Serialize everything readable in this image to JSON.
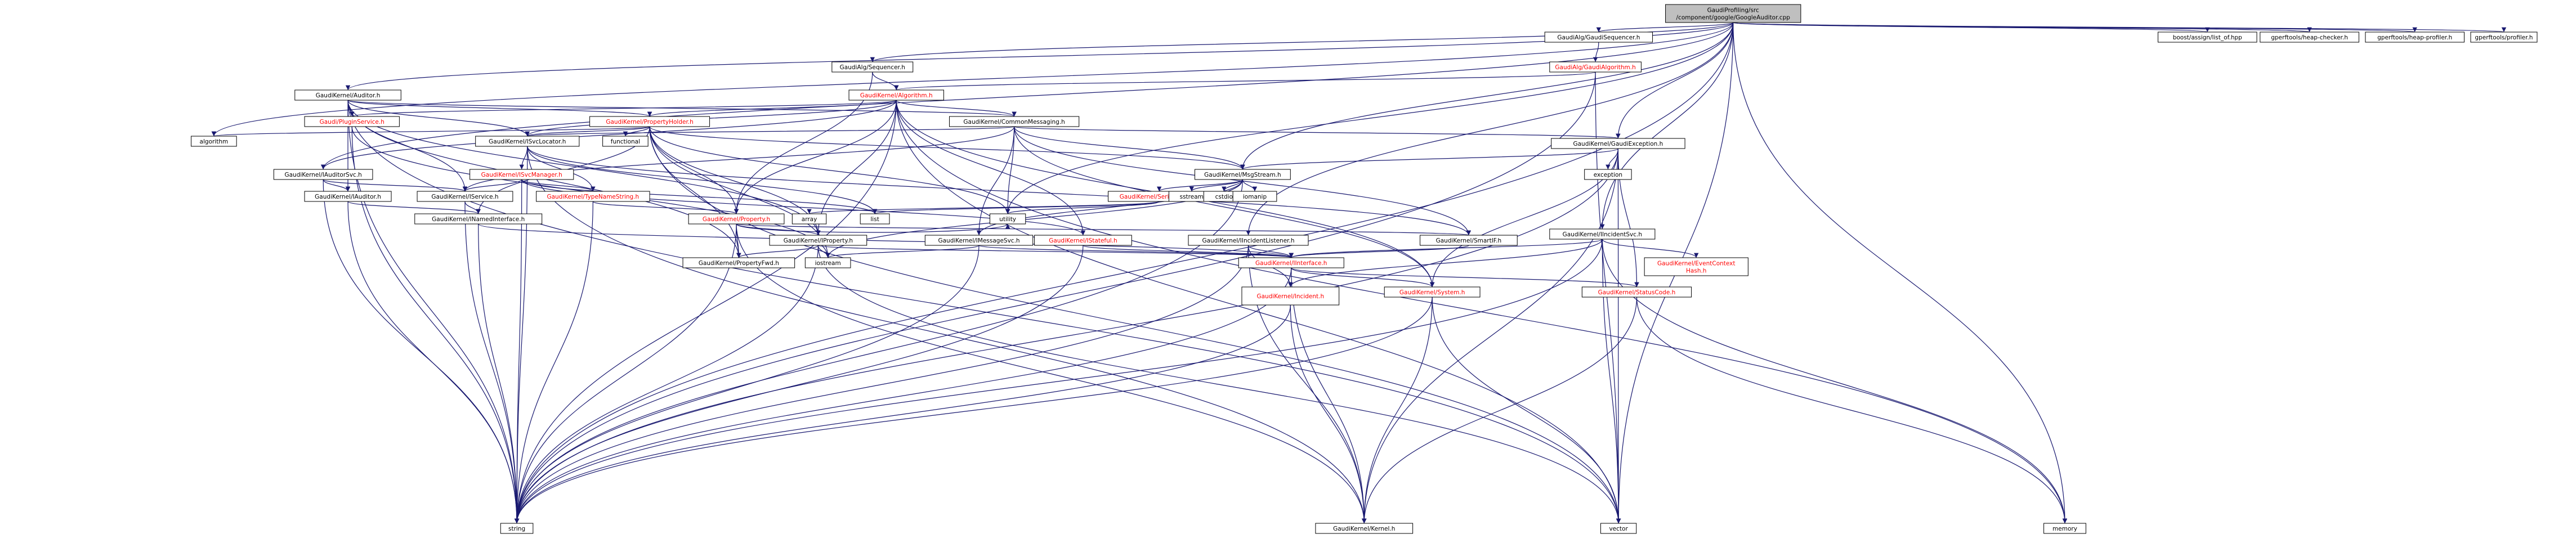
{
  "colors": {
    "edge": "#191970",
    "root_fill": "#bfbfbf",
    "node_fill": "#ffffff",
    "red_text": "#ff0000"
  },
  "nodes": [
    {
      "id": "root",
      "label": [
        "GaudiProfiling/src",
        "/component/google/GoogleAuditor.cpp"
      ],
      "root": true
    },
    {
      "id": "alg_gaudisequencer",
      "label": [
        "GaudiAlg/GaudiSequencer.h"
      ]
    },
    {
      "id": "alg_sequencer",
      "label": [
        "GaudiAlg/Sequencer.h"
      ]
    },
    {
      "id": "alg_gaudialgorithm",
      "label": [
        "GaudiAlg/GaudiAlgorithm.h"
      ],
      "red": true
    },
    {
      "id": "algorithm_h",
      "label": [
        "GaudiKernel/Algorithm.h"
      ],
      "red": true
    },
    {
      "id": "auditor_h",
      "label": [
        "GaudiKernel/Auditor.h"
      ]
    },
    {
      "id": "boost_list",
      "label": [
        "boost/assign/list_of.hpp"
      ]
    },
    {
      "id": "heap_checker",
      "label": [
        "gperftools/heap-checker.h"
      ]
    },
    {
      "id": "heap_profiler",
      "label": [
        "gperftools/heap-profiler.h"
      ]
    },
    {
      "id": "profiler",
      "label": [
        "gperftools/profiler.h"
      ]
    },
    {
      "id": "pluginservice",
      "label": [
        "Gaudi/PluginService.h"
      ],
      "red": true
    },
    {
      "id": "propertyholder",
      "label": [
        "GaudiKernel/PropertyHolder.h"
      ],
      "red": true
    },
    {
      "id": "commonmessaging",
      "label": [
        "GaudiKernel/CommonMessaging.h"
      ]
    },
    {
      "id": "gaudiexception",
      "label": [
        "GaudiKernel/GaudiException.h"
      ]
    },
    {
      "id": "incidentsvc",
      "label": [
        "GaudiKernel/IIncidentSvc.h"
      ]
    },
    {
      "id": "algorithm_std",
      "label": [
        "algorithm"
      ]
    },
    {
      "id": "functional",
      "label": [
        "functional"
      ]
    },
    {
      "id": "isvclocator",
      "label": [
        "GaudiKernel/ISvcLocator.h"
      ]
    },
    {
      "id": "iauditorsvc",
      "label": [
        "GaudiKernel/IAuditorSvc.h"
      ]
    },
    {
      "id": "isvcmanager",
      "label": [
        "GaudiKernel/ISvcManager.h"
      ],
      "red": true
    },
    {
      "id": "msgstream",
      "label": [
        "GaudiKernel/MsgStream.h"
      ]
    },
    {
      "id": "exception",
      "label": [
        "exception"
      ]
    },
    {
      "id": "iauditor",
      "label": [
        "GaudiKernel/IAuditor.h"
      ]
    },
    {
      "id": "iservice",
      "label": [
        "GaudiKernel/IService.h"
      ]
    },
    {
      "id": "typenamestring",
      "label": [
        "GaudiKernel/TypeNameString.h"
      ],
      "red": true
    },
    {
      "id": "serializestl",
      "label": [
        "GaudiKernel/SerializeSTL.h"
      ],
      "red": true
    },
    {
      "id": "sstream",
      "label": [
        "sstream"
      ]
    },
    {
      "id": "cstdio",
      "label": [
        "cstdio"
      ]
    },
    {
      "id": "iomanip",
      "label": [
        "iomanip"
      ]
    },
    {
      "id": "inamedinterface",
      "label": [
        "GaudiKernel/INamedInterface.h"
      ]
    },
    {
      "id": "property",
      "label": [
        "GaudiKernel/Property.h"
      ],
      "red": true
    },
    {
      "id": "array",
      "label": [
        "array"
      ]
    },
    {
      "id": "list",
      "label": [
        "list"
      ]
    },
    {
      "id": "utility",
      "label": [
        "utility"
      ]
    },
    {
      "id": "iproperty",
      "label": [
        "GaudiKernel/IProperty.h"
      ]
    },
    {
      "id": "imessagesvc",
      "label": [
        "GaudiKernel/IMessageSvc.h"
      ]
    },
    {
      "id": "istateful",
      "label": [
        "GaudiKernel/IStateful.h"
      ],
      "red": true
    },
    {
      "id": "iincidentlistener",
      "label": [
        "GaudiKernel/IIncidentListener.h"
      ]
    },
    {
      "id": "smartif",
      "label": [
        "GaudiKernel/SmartIF.h"
      ]
    },
    {
      "id": "eventcontexthash",
      "label": [
        "GaudiKernel/EventContext",
        "Hash.h"
      ],
      "red": true
    },
    {
      "id": "propertyfwd",
      "label": [
        "GaudiKernel/PropertyFwd.h"
      ]
    },
    {
      "id": "iostream",
      "label": [
        "iostream"
      ]
    },
    {
      "id": "iinterface",
      "label": [
        "GaudiKernel/IInterface.h"
      ],
      "red": true
    },
    {
      "id": "incident",
      "label": [
        "GaudiKernel/Incident.h"
      ],
      "red": true
    },
    {
      "id": "system",
      "label": [
        "GaudiKernel/System.h"
      ],
      "red": true
    },
    {
      "id": "statuscode",
      "label": [
        "GaudiKernel/StatusCode.h"
      ],
      "red": true
    },
    {
      "id": "string",
      "label": [
        "string"
      ]
    },
    {
      "id": "vector",
      "label": [
        "vector"
      ]
    },
    {
      "id": "memory",
      "label": [
        "memory"
      ]
    },
    {
      "id": "kernel",
      "label": [
        "GaudiKernel/Kernel.h"
      ]
    }
  ],
  "edges": [
    [
      "root",
      "alg_gaudisequencer"
    ],
    [
      "root",
      "alg_sequencer"
    ],
    [
      "root",
      "auditor_h"
    ],
    [
      "root",
      "boost_list"
    ],
    [
      "root",
      "heap_checker"
    ],
    [
      "root",
      "heap_profiler"
    ],
    [
      "root",
      "profiler"
    ],
    [
      "root",
      "algorithm_std"
    ],
    [
      "root",
      "iauditorsvc"
    ],
    [
      "root",
      "msgstream"
    ],
    [
      "root",
      "utility"
    ],
    [
      "root",
      "gaudiexception"
    ],
    [
      "root",
      "incidentsvc"
    ],
    [
      "root",
      "iincidentlistener"
    ],
    [
      "root",
      "string"
    ],
    [
      "root",
      "vector"
    ],
    [
      "root",
      "memory"
    ],
    [
      "alg_gaudisequencer",
      "alg_gaudialgorithm"
    ],
    [
      "alg_sequencer",
      "algorithm_h"
    ],
    [
      "alg_sequencer",
      "property"
    ],
    [
      "alg_gaudialgorithm",
      "algorithm_h"
    ],
    [
      "alg_gaudialgorithm",
      "vector"
    ],
    [
      "alg_gaudialgorithm",
      "string"
    ],
    [
      "algorithm_h",
      "pluginservice"
    ],
    [
      "algorithm_h",
      "propertyholder"
    ],
    [
      "algorithm_h",
      "commonmessaging"
    ],
    [
      "algorithm_h",
      "isvclocator"
    ],
    [
      "algorithm_h",
      "iauditorsvc"
    ],
    [
      "algorithm_h",
      "property"
    ],
    [
      "algorithm_h",
      "iproperty"
    ],
    [
      "algorithm_h",
      "istateful"
    ],
    [
      "algorithm_h",
      "string"
    ],
    [
      "algorithm_h",
      "vector"
    ],
    [
      "algorithm_h",
      "memory"
    ],
    [
      "algorithm_h",
      "system"
    ],
    [
      "auditor_h",
      "pluginservice"
    ],
    [
      "auditor_h",
      "propertyholder"
    ],
    [
      "auditor_h",
      "commonmessaging"
    ],
    [
      "auditor_h",
      "isvclocator"
    ],
    [
      "auditor_h",
      "iauditor"
    ],
    [
      "auditor_h",
      "iservice"
    ],
    [
      "auditor_h",
      "iproperty"
    ],
    [
      "auditor_h",
      "string"
    ],
    [
      "auditor_h",
      "vector"
    ],
    [
      "auditor_h",
      "propertyfwd"
    ],
    [
      "pluginservice",
      "string"
    ],
    [
      "pluginservice",
      "iostream"
    ],
    [
      "propertyholder",
      "algorithm_std"
    ],
    [
      "propertyholder",
      "functional"
    ],
    [
      "propertyholder",
      "isvclocator"
    ],
    [
      "propertyholder",
      "inamedinterface"
    ],
    [
      "propertyholder",
      "property"
    ],
    [
      "propertyholder",
      "iproperty"
    ],
    [
      "propertyholder",
      "propertyfwd"
    ],
    [
      "propertyholder",
      "utility"
    ],
    [
      "propertyholder",
      "vector"
    ],
    [
      "propertyholder",
      "iostream"
    ],
    [
      "propertyholder",
      "msgstream"
    ],
    [
      "commonmessaging",
      "isvclocator"
    ],
    [
      "commonmessaging",
      "msgstream"
    ],
    [
      "commonmessaging",
      "imessagesvc"
    ],
    [
      "commonmessaging",
      "gaudiexception"
    ],
    [
      "commonmessaging",
      "smartif"
    ],
    [
      "commonmessaging",
      "utility"
    ],
    [
      "commonmessaging",
      "iservice"
    ],
    [
      "commonmessaging",
      "system"
    ],
    [
      "gaudiexception",
      "exception"
    ],
    [
      "gaudiexception",
      "msgstream"
    ],
    [
      "gaudiexception",
      "statuscode"
    ],
    [
      "gaudiexception",
      "system"
    ],
    [
      "gaudiexception",
      "string"
    ],
    [
      "gaudiexception",
      "vector"
    ],
    [
      "gaudiexception",
      "kernel"
    ],
    [
      "incidentsvc",
      "iinterface"
    ],
    [
      "incidentsvc",
      "eventcontexthash"
    ],
    [
      "incidentsvc",
      "incident"
    ],
    [
      "incidentsvc",
      "string"
    ],
    [
      "incidentsvc",
      "vector"
    ],
    [
      "incidentsvc",
      "memory"
    ],
    [
      "isvclocator",
      "isvcmanager"
    ],
    [
      "isvclocator",
      "smartif"
    ],
    [
      "isvclocator",
      "typenamestring"
    ],
    [
      "isvclocator",
      "list"
    ],
    [
      "isvclocator",
      "string"
    ],
    [
      "isvclocator",
      "kernel"
    ],
    [
      "iauditorsvc",
      "iauditor"
    ],
    [
      "iauditorsvc",
      "iservice"
    ],
    [
      "iauditorsvc",
      "string"
    ],
    [
      "isvcmanager",
      "iservice"
    ],
    [
      "isvcmanager",
      "typenamestring"
    ],
    [
      "isvcmanager",
      "string"
    ],
    [
      "isvcmanager",
      "list"
    ],
    [
      "isvcmanager",
      "istateful"
    ],
    [
      "msgstream",
      "serializestl"
    ],
    [
      "msgstream",
      "sstream"
    ],
    [
      "msgstream",
      "cstdio"
    ],
    [
      "msgstream",
      "iomanip"
    ],
    [
      "msgstream",
      "imessagesvc"
    ],
    [
      "msgstream",
      "string"
    ],
    [
      "msgstream",
      "iostream"
    ],
    [
      "iauditor",
      "inamedinterface"
    ],
    [
      "iauditor",
      "string"
    ],
    [
      "iservice",
      "inamedinterface"
    ],
    [
      "iservice",
      "string"
    ],
    [
      "typenamestring",
      "property"
    ],
    [
      "typenamestring",
      "string"
    ],
    [
      "serializestl",
      "array"
    ],
    [
      "serializestl",
      "list"
    ],
    [
      "serializestl",
      "utility"
    ],
    [
      "inamedinterface",
      "iinterface"
    ],
    [
      "inamedinterface",
      "string"
    ],
    [
      "property",
      "iproperty"
    ],
    [
      "property",
      "propertyfwd"
    ],
    [
      "property",
      "smartif"
    ],
    [
      "property",
      "string"
    ],
    [
      "property",
      "utility"
    ],
    [
      "property",
      "kernel"
    ],
    [
      "iproperty",
      "iinterface"
    ],
    [
      "iproperty",
      "iostream"
    ],
    [
      "iproperty",
      "propertyfwd"
    ],
    [
      "iproperty",
      "string"
    ],
    [
      "iproperty",
      "vector"
    ],
    [
      "imessagesvc",
      "iinterface"
    ],
    [
      "imessagesvc",
      "iostream"
    ],
    [
      "imessagesvc",
      "string"
    ],
    [
      "istateful",
      "iinterface"
    ],
    [
      "istateful",
      "string"
    ],
    [
      "iincidentlistener",
      "iinterface"
    ],
    [
      "iincidentlistener",
      "incident"
    ],
    [
      "iincidentlistener",
      "string"
    ],
    [
      "iincidentlistener",
      "kernel"
    ],
    [
      "smartif",
      "iinterface"
    ],
    [
      "iinterface",
      "system"
    ],
    [
      "iinterface",
      "statuscode"
    ],
    [
      "iinterface",
      "kernel"
    ],
    [
      "iinterface",
      "string"
    ],
    [
      "incident",
      "string"
    ],
    [
      "incident",
      "kernel"
    ],
    [
      "system",
      "string"
    ],
    [
      "system",
      "vector"
    ],
    [
      "system",
      "kernel"
    ],
    [
      "statuscode",
      "kernel"
    ],
    [
      "statuscode",
      "memory"
    ]
  ]
}
